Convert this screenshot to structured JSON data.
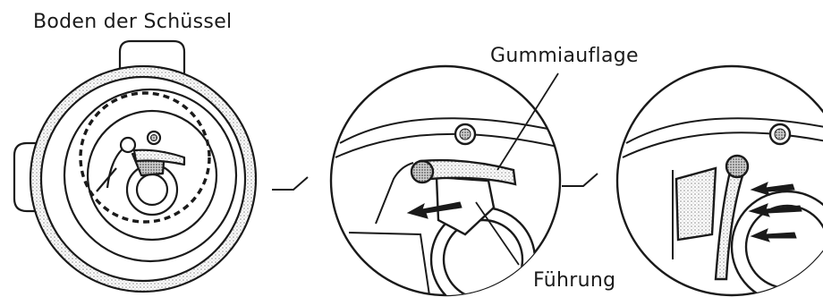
{
  "labels": {
    "bottom_of_bowl": "Boden der Schüssel",
    "rubber_pad": "Gummiauflage",
    "guide": "Führung"
  },
  "colors": {
    "ink": "#1a1a1a",
    "stipple": "#9a9a9a",
    "background": "#ffffff"
  },
  "panels": [
    {
      "name": "bowl-bottom-overview"
    },
    {
      "name": "rubber-pad-detail"
    },
    {
      "name": "guide-insertion-detail"
    }
  ],
  "icons": [
    "step-arrow-icon",
    "push-arrow-icon"
  ]
}
